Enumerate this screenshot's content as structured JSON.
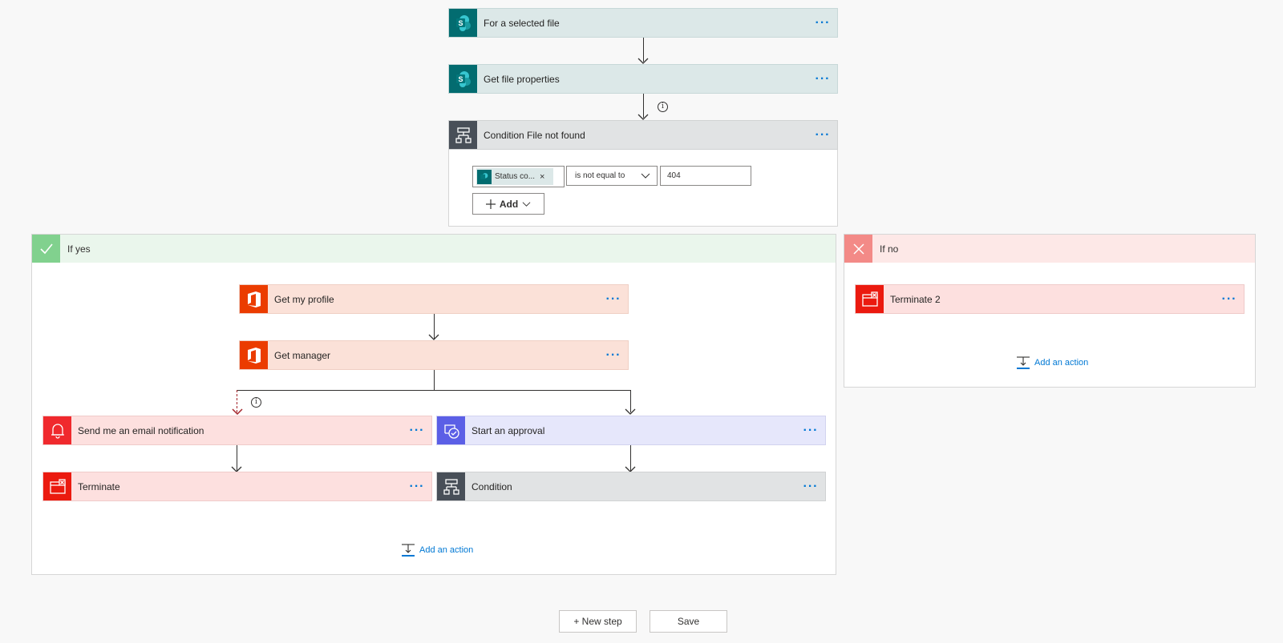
{
  "steps": {
    "trigger": "For a selected file",
    "get_file_props": "Get file properties",
    "condition_title": "Condition File not found"
  },
  "condition": {
    "token_label": "Status co...",
    "token_remove": "×",
    "operator": "is not equal to",
    "value": "404",
    "add_label": "Add"
  },
  "if_yes": {
    "title": "If yes",
    "get_my_profile": "Get my profile",
    "get_manager": "Get manager",
    "send_email": "Send me an email notification",
    "start_approval": "Start an approval",
    "terminate": "Terminate",
    "condition": "Condition",
    "add_action": "Add an action"
  },
  "if_no": {
    "title": "If no",
    "terminate": "Terminate 2",
    "add_action": "Add an action"
  },
  "more_glyph": "···",
  "info_glyph": "i",
  "buttons": {
    "new_step": "+ New step",
    "save": "Save"
  },
  "colors": {
    "sharepoint": "#036c70",
    "condition": "#484f58",
    "office365": "#eb3c00",
    "notification": "#f0292d",
    "terminate": "#eb1a0f",
    "approval": "#5b5fe6",
    "link": "#0078d4",
    "run_after": "#a4262c"
  }
}
